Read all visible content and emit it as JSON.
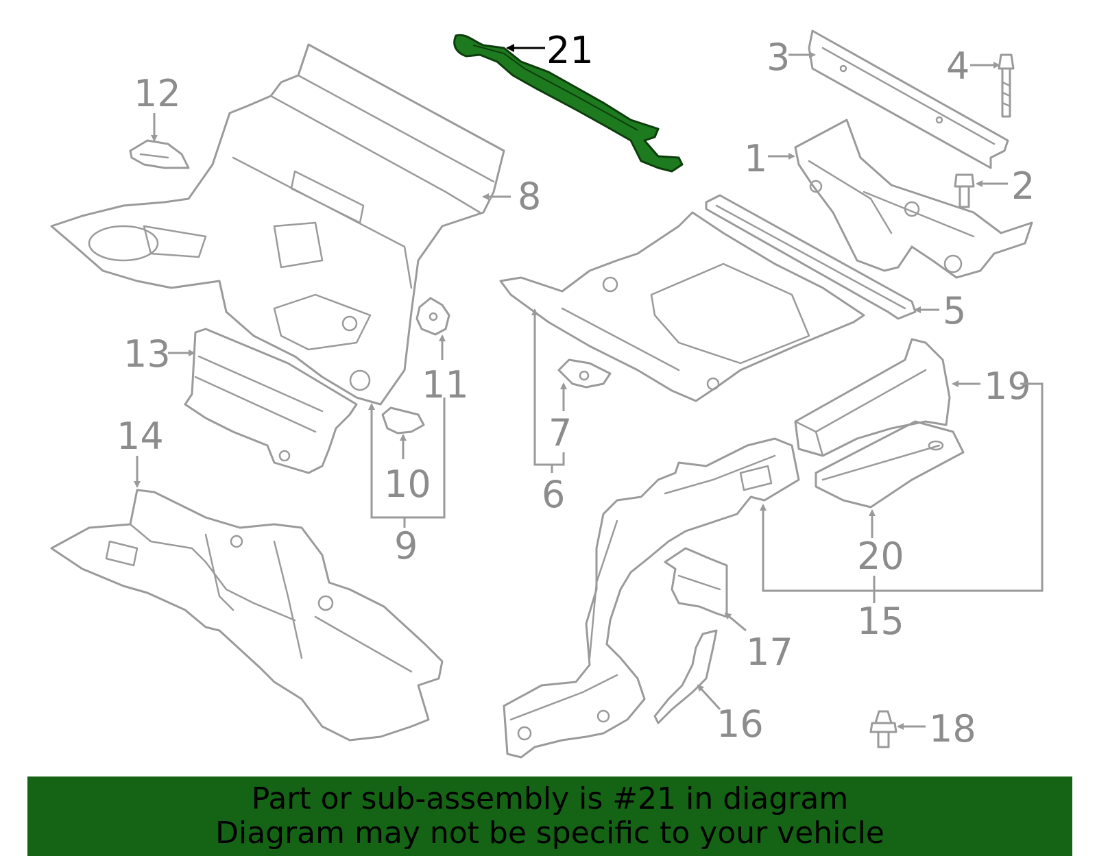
{
  "diagram": {
    "highlight_color": "#1e7a1e",
    "line_color": "#9a9a9a",
    "callouts": [
      "21",
      "3",
      "4",
      "12",
      "1",
      "2",
      "8",
      "5",
      "13",
      "11",
      "7",
      "19",
      "10",
      "6",
      "14",
      "9",
      "20",
      "15",
      "17",
      "16",
      "18"
    ],
    "active_callout": "21"
  },
  "banner": {
    "background": "#156315",
    "line1": "Part or sub-assembly is #21 in diagram",
    "line2": "Diagram may not be specific to your vehicle"
  }
}
